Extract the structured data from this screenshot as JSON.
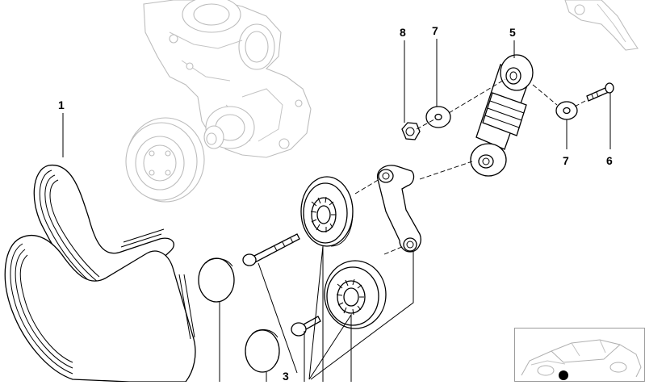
{
  "callouts": {
    "c1": "1",
    "c3": "3",
    "c5": "5",
    "c6": "6",
    "c7a": "7",
    "c7b": "7",
    "c8": "8"
  },
  "colors": {
    "line": "#000000",
    "ghost": "#bdbdbd",
    "background": "#ffffff"
  }
}
